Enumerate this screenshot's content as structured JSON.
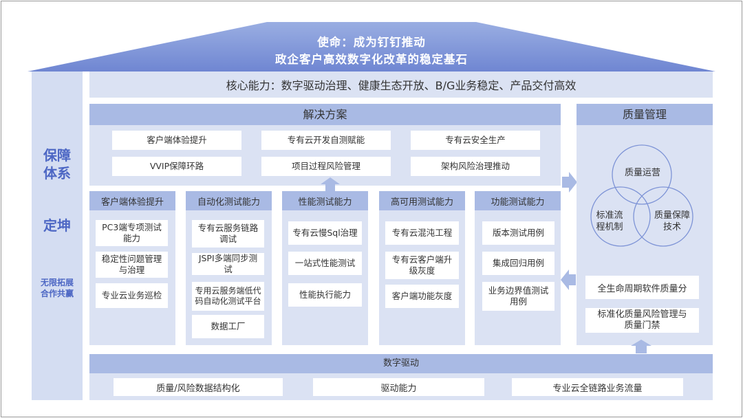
{
  "mission": {
    "line1": "使命：成为钉钉推动",
    "line2": "政企客户高效数字化改革的稳定基石"
  },
  "pillar": {
    "title_line1": "保障",
    "title_line2": "体系",
    "subtitle": "定坤",
    "tagline_line1": "无限拓展",
    "tagline_line2": "合作共赢"
  },
  "core_ability": "核心能力：数字驱动治理、健康生态开放、B/G业务稳定、产品交付高效",
  "solutions": {
    "title": "解决方案",
    "items": [
      "客户端体验提升",
      "专有云开发自测赋能",
      "专有云安全生产",
      "VVIP保障环路",
      "项目过程风险管理",
      "架构风险治理推动"
    ]
  },
  "capabilities": [
    {
      "title": "客户端体验提升",
      "items": [
        "PC3端专项测试能力",
        "稳定性问题管理与治理",
        "专业云业务巡检"
      ]
    },
    {
      "title": "自动化测试能力",
      "items": [
        "专有云服务链路调试",
        "JSPI多端同步测试",
        "专用云服务端低代码自动化测试平台",
        "数据工厂"
      ]
    },
    {
      "title": "性能测试能力",
      "items": [
        "专有云慢Sql治理",
        "一站式性能测试",
        "性能执行能力"
      ]
    },
    {
      "title": "高可用测试能力",
      "items": [
        "专有云混沌工程",
        "专有云客户端升级灰度",
        "客户端功能灰度"
      ]
    },
    {
      "title": "功能测试能力",
      "items": [
        "版本测试用例",
        "集成回归用例",
        "业务边界值测试用例"
      ]
    }
  ],
  "quality": {
    "title": "质量管理",
    "venn": [
      "质量运营",
      "标准流程机制",
      "质量保障技术"
    ],
    "items": [
      "全生命周期软件质量分",
      "标准化质量风险管理与质量门禁"
    ]
  },
  "digital_drive": {
    "title": "数字驱动",
    "items": [
      "质量/风险数据结构化",
      "驱动能力",
      "专业云全链路业务流量"
    ]
  },
  "colors": {
    "header_blue": "#a9bae4",
    "panel_blue": "#dbe2f3",
    "accent_text": "#4d67c4",
    "roof_gradient_top": "#9aaee2",
    "roof_gradient_bottom": "#6f86d2"
  }
}
